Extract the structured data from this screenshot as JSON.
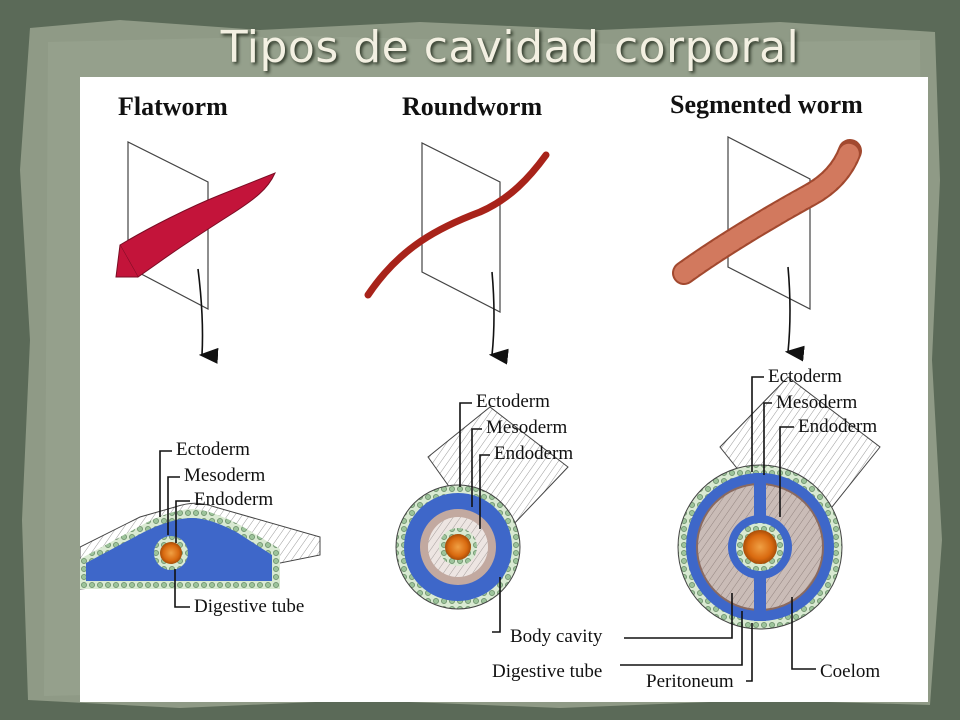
{
  "title": "Tipos de cavidad corporal",
  "colors": {
    "frame": "#5b6a58",
    "paper": "#8f9a86",
    "ectoderm": "#3e67c9",
    "flatworm": "#c3143a",
    "roundworm": "#a8231a",
    "segmented": "#d2795e",
    "gut": "#e47a1c"
  },
  "organisms": {
    "flatworm": {
      "heading": "Flatworm",
      "labels": [
        "Ectoderm",
        "Mesoderm",
        "Endoderm",
        "Digestive tube"
      ]
    },
    "roundworm": {
      "heading": "Roundworm",
      "labels": [
        "Ectoderm",
        "Mesoderm",
        "Endoderm"
      ]
    },
    "segmented": {
      "heading": "Segmented worm",
      "labels": [
        "Ectoderm",
        "Mesoderm",
        "Endoderm"
      ]
    }
  },
  "bottom_labels": {
    "body_cavity": "Body cavity",
    "digestive_tube": "Digestive tube",
    "peritoneum": "Peritoneum",
    "coelom": "Coelom"
  }
}
